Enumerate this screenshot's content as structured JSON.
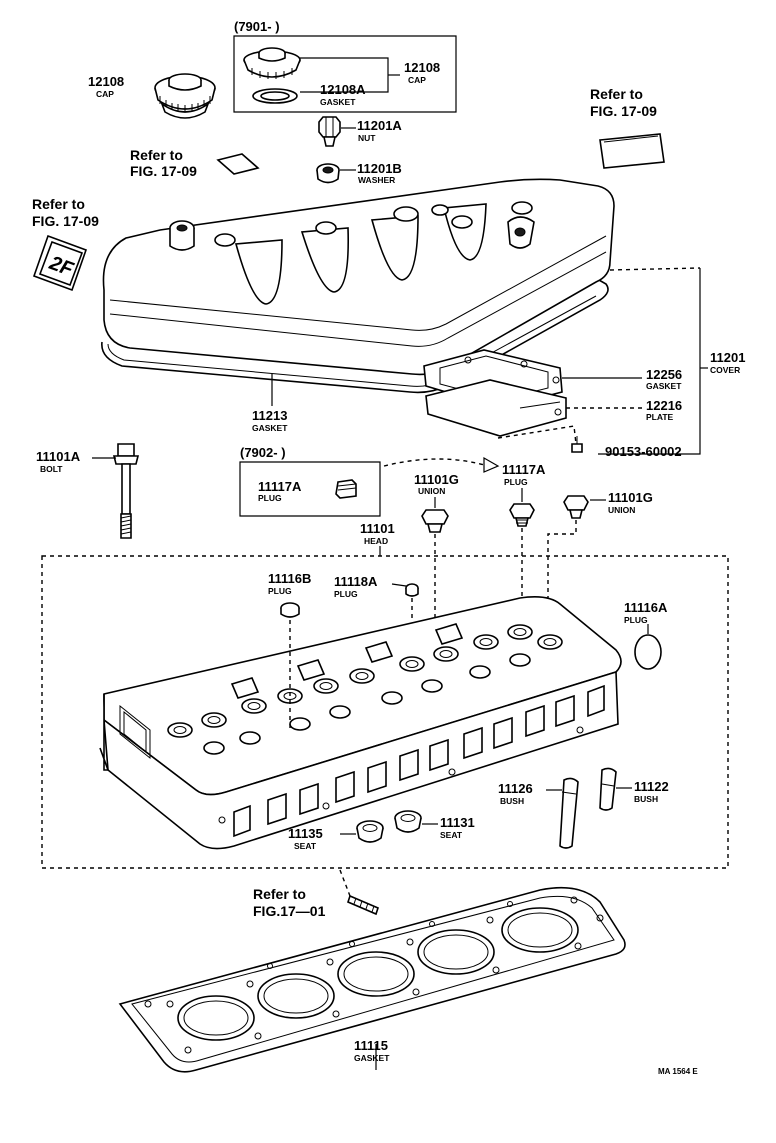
{
  "callouts": {
    "cap_left": {
      "num": "12108",
      "label": "CAP"
    },
    "box_7901": {
      "code": "(7901-          )"
    },
    "cap_boxed": {
      "num": "12108",
      "label": "CAP"
    },
    "gasket_12108a": {
      "num": "12108A",
      "label": "GASKET"
    },
    "nut_11201a": {
      "num": "11201A",
      "label": "NUT"
    },
    "washer_11201b": {
      "num": "11201B",
      "label": "WASHER"
    },
    "cover_11201": {
      "num": "11201",
      "label": "COVER"
    },
    "gasket_12256": {
      "num": "12256",
      "label": "GASKET"
    },
    "plate_12216": {
      "num": "12216",
      "label": "PLATE"
    },
    "bolt_90153": {
      "num": "90153-60002"
    },
    "gasket_11213": {
      "num": "11213",
      "label": "GASKET"
    },
    "bolt_11101a": {
      "num": "11101A",
      "label": "BOLT"
    },
    "box_7902": {
      "code": "(7902-          )"
    },
    "plug_11117a_boxed": {
      "num": "11117A",
      "label": "PLUG"
    },
    "union_11101g_left": {
      "num": "11101G",
      "label": "UNION"
    },
    "plug_11117a": {
      "num": "11117A",
      "label": "PLUG"
    },
    "union_11101g_right": {
      "num": "11101G",
      "label": "UNION"
    },
    "head_11101": {
      "num": "11101",
      "label": "HEAD"
    },
    "plug_11116b": {
      "num": "11116B",
      "label": "PLUG"
    },
    "plug_11118a": {
      "num": "11118A",
      "label": "PLUG"
    },
    "plug_11116a": {
      "num": "11116A",
      "label": "PLUG"
    },
    "bush_11126": {
      "num": "11126",
      "label": "BUSH"
    },
    "bush_11122": {
      "num": "11122",
      "label": "BUSH"
    },
    "seat_11135": {
      "num": "11135",
      "label": "SEAT"
    },
    "seat_11131": {
      "num": "11131",
      "label": "SEAT"
    },
    "gasket_11115": {
      "num": "11115",
      "label": "GASKET"
    }
  },
  "references": {
    "ref_emblem_left": {
      "line1": "Refer to",
      "line2": "FIG. 17-09"
    },
    "ref_plate_mid": {
      "line1": "Refer to",
      "line2": "FIG. 17-09"
    },
    "ref_plate_right": {
      "line1": "Refer to",
      "line2": "FIG. 17-09"
    },
    "ref_stud_bottom": {
      "line1": "Refer to",
      "line2": "FIG.17—01"
    }
  },
  "emblem_text": "2F",
  "footer_code": "MA  1564 E"
}
